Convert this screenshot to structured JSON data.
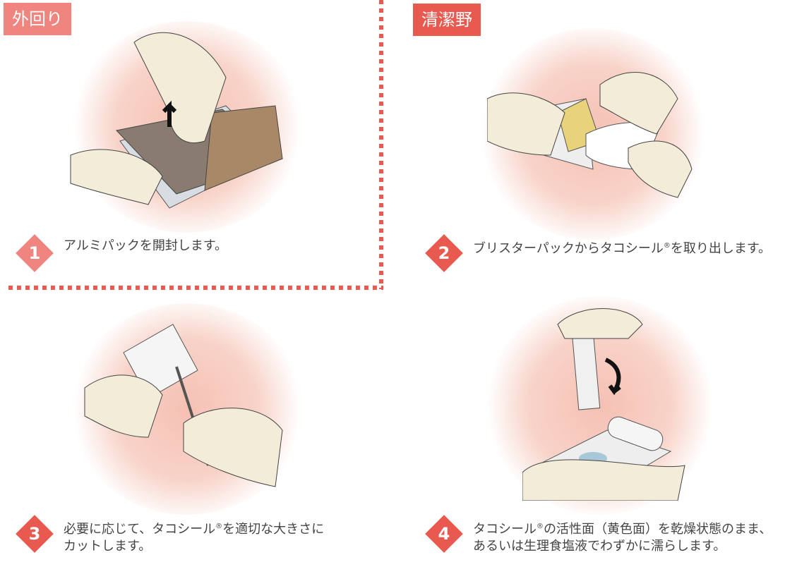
{
  "labels": {
    "outside": "外回り",
    "clean_field": "清潔野"
  },
  "steps": [
    {
      "number": "1",
      "text": "アルミパックを開封します。"
    },
    {
      "number": "2",
      "text_a": "ブリスターパックからタコシール",
      "text_b": "を取り出します。"
    },
    {
      "number": "3",
      "line1_a": "必要に応じて、タコシール",
      "line1_b": "を適切な大きさに",
      "line2": "カットします。"
    },
    {
      "number": "4",
      "line1_a": "タコシール",
      "line1_b": "の活性面（黄色面）を乾燥状態のまま、",
      "line2": "あるいは生理食塩液でわずかに濡らします。"
    }
  ],
  "registered": "®",
  "colors": {
    "outside": "#f0857f",
    "clean": "#e85a4f",
    "glow": "#f6c0b4"
  }
}
